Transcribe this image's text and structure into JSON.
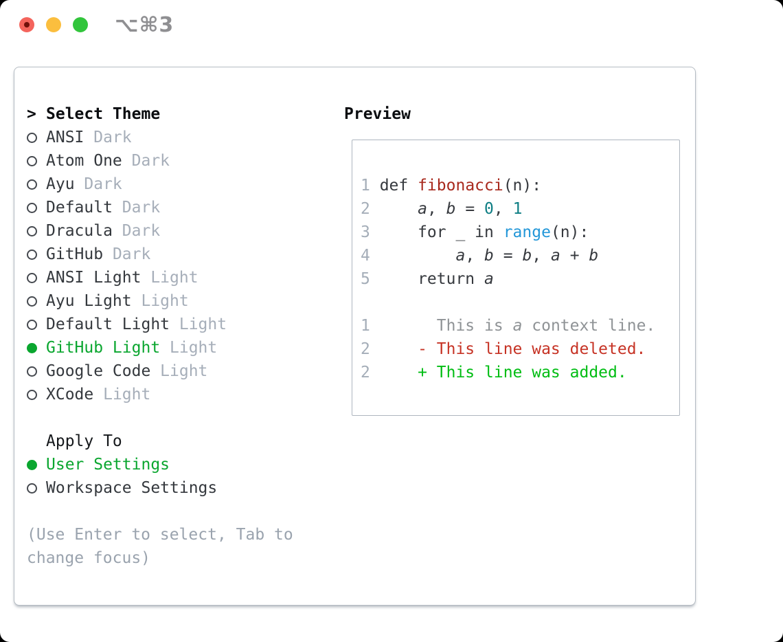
{
  "titlebar": {
    "shortcut": "⌥⌘3",
    "traffic_lights": [
      "close",
      "minimize",
      "zoom"
    ]
  },
  "theme_selector": {
    "heading_prefix": ">",
    "heading": "Select Theme",
    "items": [
      {
        "name": "ANSI",
        "variant": "Dark",
        "selected": false
      },
      {
        "name": "Atom One",
        "variant": "Dark",
        "selected": false
      },
      {
        "name": "Ayu",
        "variant": "Dark",
        "selected": false
      },
      {
        "name": "Default",
        "variant": "Dark",
        "selected": false
      },
      {
        "name": "Dracula",
        "variant": "Dark",
        "selected": false
      },
      {
        "name": "GitHub",
        "variant": "Dark",
        "selected": false
      },
      {
        "name": "ANSI Light",
        "variant": "Light",
        "selected": false
      },
      {
        "name": "Ayu Light",
        "variant": "Light",
        "selected": false
      },
      {
        "name": "Default Light",
        "variant": "Light",
        "selected": false
      },
      {
        "name": "GitHub Light",
        "variant": "Light",
        "selected": true
      },
      {
        "name": "Google Code",
        "variant": "Light",
        "selected": false
      },
      {
        "name": "XCode",
        "variant": "Light",
        "selected": false
      }
    ]
  },
  "apply_to": {
    "heading": "Apply To",
    "options": [
      {
        "name": "User Settings",
        "selected": true
      },
      {
        "name": "Workspace Settings",
        "selected": false
      }
    ]
  },
  "help_text": "(Use Enter to select, Tab to change focus)",
  "preview": {
    "heading": "Preview",
    "lines": [
      {
        "gutter": "1",
        "segments": [
          {
            "text": "def ",
            "style": "plain"
          },
          {
            "text": "fibonacci",
            "style": "function"
          },
          {
            "text": "(n):",
            "style": "plain"
          }
        ]
      },
      {
        "gutter": "2",
        "segments": [
          {
            "text": "    ",
            "style": "plain"
          },
          {
            "text": "a",
            "style": "variable"
          },
          {
            "text": ", ",
            "style": "plain"
          },
          {
            "text": "b",
            "style": "variable"
          },
          {
            "text": " = ",
            "style": "plain"
          },
          {
            "text": "0",
            "style": "number"
          },
          {
            "text": ", ",
            "style": "plain"
          },
          {
            "text": "1",
            "style": "number"
          }
        ]
      },
      {
        "gutter": "3",
        "segments": [
          {
            "text": "    for _ in ",
            "style": "plain"
          },
          {
            "text": "range",
            "style": "call"
          },
          {
            "text": "(n):",
            "style": "plain"
          }
        ]
      },
      {
        "gutter": "4",
        "segments": [
          {
            "text": "        ",
            "style": "plain"
          },
          {
            "text": "a",
            "style": "variable"
          },
          {
            "text": ", ",
            "style": "plain"
          },
          {
            "text": "b",
            "style": "variable"
          },
          {
            "text": " = ",
            "style": "plain"
          },
          {
            "text": "b",
            "style": "variable"
          },
          {
            "text": ", ",
            "style": "plain"
          },
          {
            "text": "a",
            "style": "variable"
          },
          {
            "text": " + ",
            "style": "plain"
          },
          {
            "text": "b",
            "style": "variable"
          }
        ]
      },
      {
        "gutter": "5",
        "segments": [
          {
            "text": "    return ",
            "style": "plain"
          },
          {
            "text": "a",
            "style": "variable"
          }
        ]
      },
      {
        "gutter": "",
        "segments": []
      },
      {
        "gutter": "1",
        "segments": [
          {
            "text": "      This is ",
            "style": "context"
          },
          {
            "text": "a",
            "style": "context-italic"
          },
          {
            "text": " context line.",
            "style": "context"
          }
        ]
      },
      {
        "gutter": "2",
        "segments": [
          {
            "text": "    - This line was deleted.",
            "style": "deleted"
          }
        ]
      },
      {
        "gutter": "2",
        "segments": [
          {
            "text": "    + This line was added.",
            "style": "added"
          }
        ]
      }
    ]
  },
  "colors": {
    "accent_green": "#0aa62f",
    "item_fg": "#34383d",
    "muted_gray": "#a6aeb9",
    "heading_fg": "#0b0d10",
    "help_gray": "#9aa3ae",
    "panel_border": "#b5bcc3",
    "box_border": "#aeb6bf",
    "code_fg": "#36393e",
    "code_function_red": "#a8291d",
    "code_number_teal": "#0e7e84",
    "code_call_blue": "#2397d8",
    "code_context_gray": "#8f9396",
    "diff_deleted_red": "#c63325",
    "diff_added_green": "#00bd13",
    "lineno_gray": "#a4adb8",
    "titlebar_fg": "#8f8f92",
    "traffic_red": "#f4645c",
    "traffic_red_dot": "#71100a",
    "traffic_yellow": "#fbbe3e",
    "traffic_green": "#32c53c",
    "window_bg": "#ffffff",
    "page_bg": "#000000"
  }
}
